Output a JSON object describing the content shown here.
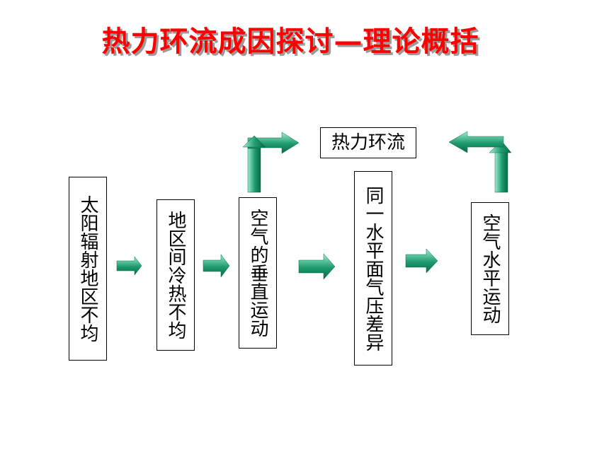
{
  "title": "热力环流成因探讨—理论概括",
  "boxes": {
    "b1": "太阳辐射地区不均",
    "b2": "地区间冷热不均",
    "b3": "空气的垂直运动",
    "b4": "同一水平面气压差异",
    "b5": "空气水平运动",
    "top": "热力环流"
  },
  "colors": {
    "title": "#ff0000",
    "arrow_light": "#7fe0b8",
    "arrow_dark": "#0b7a55"
  }
}
